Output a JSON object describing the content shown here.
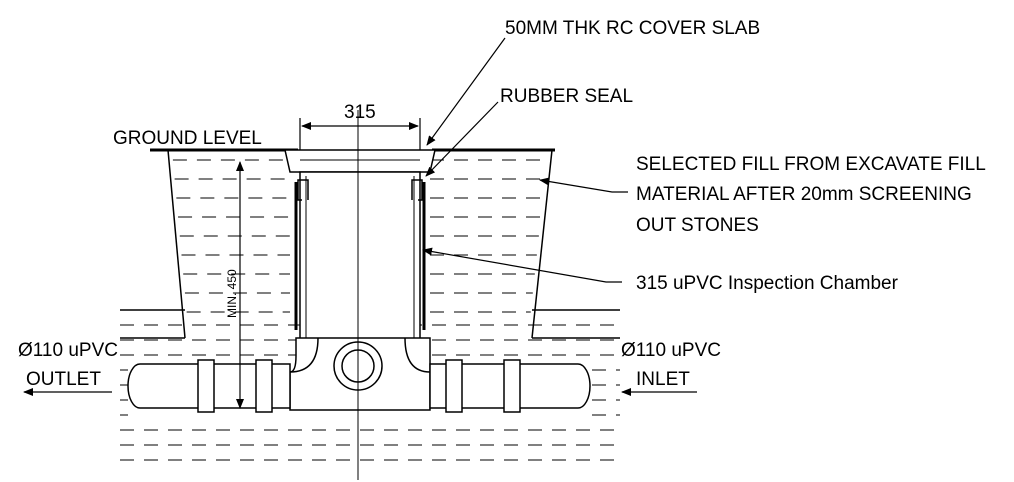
{
  "labels": {
    "cover_slab": "50MM THK RC COVER SLAB",
    "rubber_seal": "RUBBER SEAL",
    "width_dim": "315",
    "ground_level": "GROUND LEVEL",
    "fill_line1": "SELECTED FILL FROM EXCAVATE FILL",
    "fill_line2": "MATERIAL AFTER 20mm SCREENING",
    "fill_line3": "OUT STONES",
    "chamber": "315 uPVC Inspection Chamber",
    "depth_dim": "MIN. 450",
    "outlet_pipe": "Ø110 uPVC",
    "outlet": "OUTLET",
    "inlet_pipe": "Ø110 uPVC",
    "inlet": "INLET"
  }
}
